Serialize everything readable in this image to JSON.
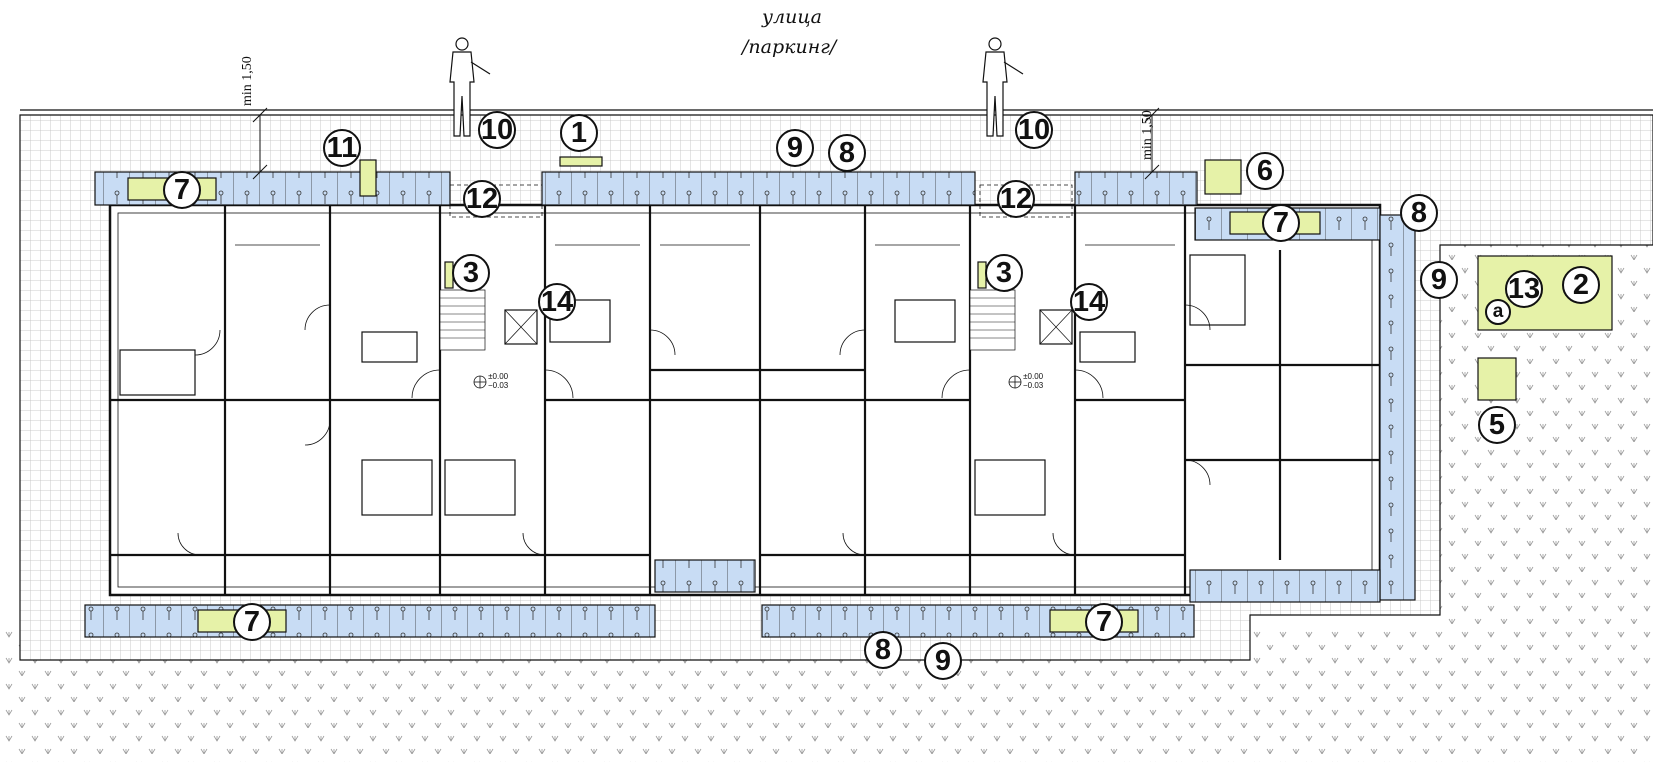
{
  "street": {
    "line1": "улица",
    "line2": "/паркинг/"
  },
  "dimensions": {
    "left": "min 1,50",
    "right": "min 1,50"
  },
  "levels": {
    "left": {
      "upper": "±0.00",
      "lower": "−0.03"
    },
    "right": {
      "upper": "±0.00",
      "lower": "−0.03"
    }
  },
  "callouts": {
    "c1": "1",
    "c2": "2",
    "c3a": "3",
    "c3b": "3",
    "c5": "5",
    "c6": "6",
    "c7a": "7",
    "c7b": "7",
    "c7c": "7",
    "c7d": "7",
    "c8a": "8",
    "c8b": "8",
    "c8c": "8",
    "c9a": "9",
    "c9b": "9",
    "c9c": "9",
    "c10a": "10",
    "c10b": "10",
    "c11": "11",
    "c12a": "12",
    "c12b": "12",
    "c13": "13",
    "c14a": "14",
    "c14b": "14",
    "ca": "a"
  },
  "colors": {
    "planter": "#c8dcf4",
    "equipment": "#e6f2a8",
    "line": "#111111",
    "paving_grid": "#bfbfbf"
  }
}
